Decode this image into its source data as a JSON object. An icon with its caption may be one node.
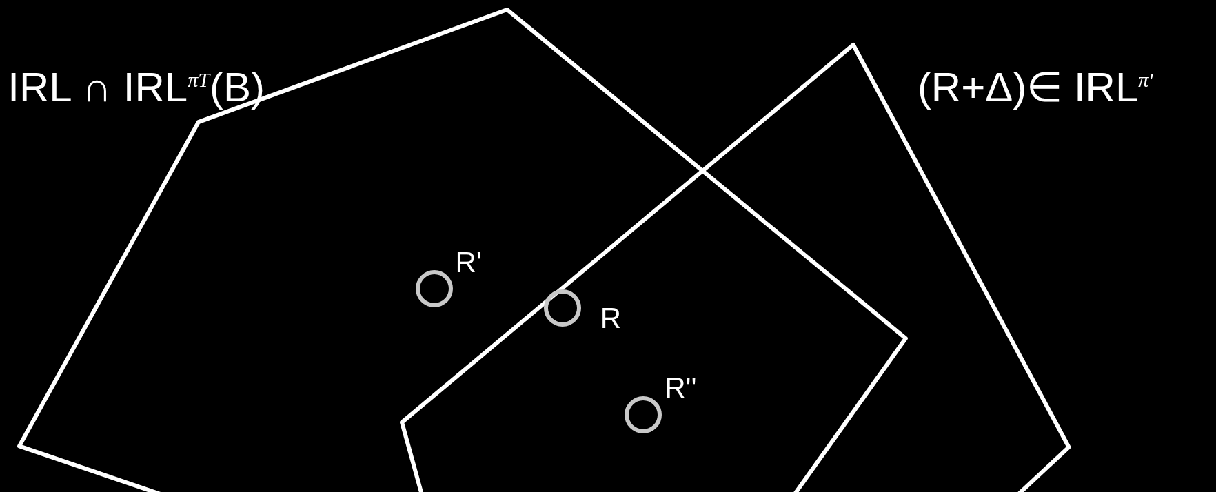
{
  "diagram": {
    "nodes": [
      {
        "text": [
          "IRL ∩ IRL$^{πT}$(B)"
        ]
      },
      {
        "text": [
          "(R+Δ)∈ IRL$^{π'}$"
        ]
      },
      {
        "text": [],
        "shape": "circle",
        "beside": [
          "R'"
        ],
        "in": 0
      },
      {
        "text": [],
        "shape": "circle"
      },
      {
        "text": [],
        "shape": "circle",
        "beside": [
          "R''"
        ]
      }
    ],
    "edges": [],
    "labels": [
      "R"
    ]
  }
}
